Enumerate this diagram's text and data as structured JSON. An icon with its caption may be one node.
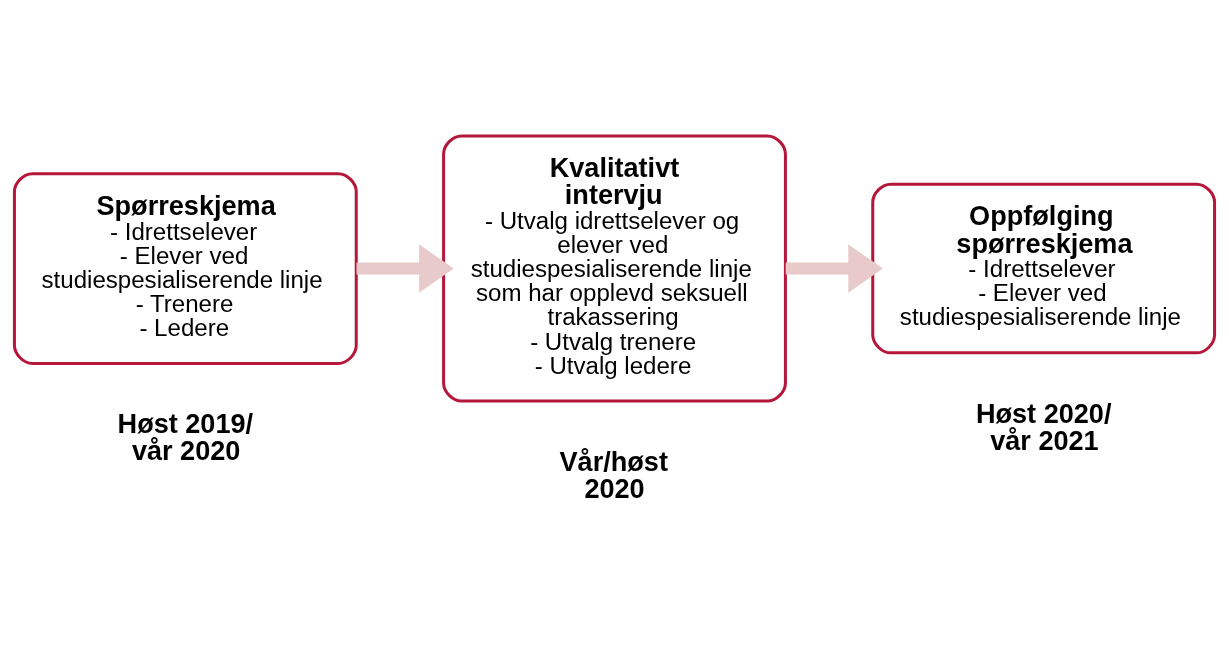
{
  "diagram": {
    "nodes": [
      {
        "text": [
          "Spørreskjema",
          "- Idrettselever",
          "- Elever ved studiespesialiserende linje",
          "- Trenere",
          "- Ledere"
        ],
        "beside": [
          "Høst 2019/ vår 2020"
        ]
      },
      {
        "text": [
          "Kvalitativt intervju",
          "- Utvalg idrettselever og elever ved studiespesialiserende linje som har opplevd seksuell trakassering",
          "- Utvalg trenere",
          "- Utvalg ledere"
        ],
        "beside": [
          "Vår/høst 2020"
        ]
      },
      {
        "text": [
          "Oppfølging spørreskjema",
          "- Idrettselever",
          "- Elever ved studiespesialiserende linje"
        ],
        "beside": [
          "Høst 2020/ vår 2021"
        ]
      }
    ],
    "edges": [
      {
        "from": 0,
        "to": 1,
        "arrow": "to",
        "color": "#e8caca"
      },
      {
        "from": 1,
        "to": 2,
        "arrow": "to",
        "color": "#e8caca"
      }
    ]
  }
}
